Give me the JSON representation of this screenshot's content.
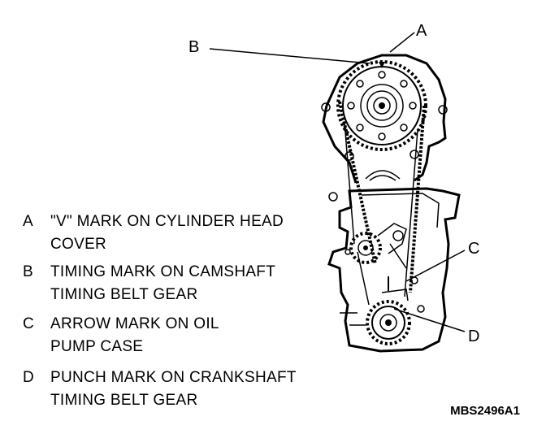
{
  "callouts": {
    "a": "A",
    "b": "B",
    "c": "C",
    "d": "D"
  },
  "legend": [
    {
      "key": "A",
      "line1": "\"V\" MARK ON CYLINDER HEAD",
      "line2": "COVER"
    },
    {
      "key": "B",
      "line1": "TIMING MARK ON CAMSHAFT",
      "line2": "TIMING BELT GEAR"
    },
    {
      "key": "C",
      "line1": "ARROW MARK ON OIL",
      "line2": "PUMP CASE"
    },
    {
      "key": "D",
      "line1": "PUNCH MARK ON CRANKSHAFT",
      "line2": "TIMING BELT GEAR"
    }
  ],
  "figure_id": "MBS2496A1"
}
